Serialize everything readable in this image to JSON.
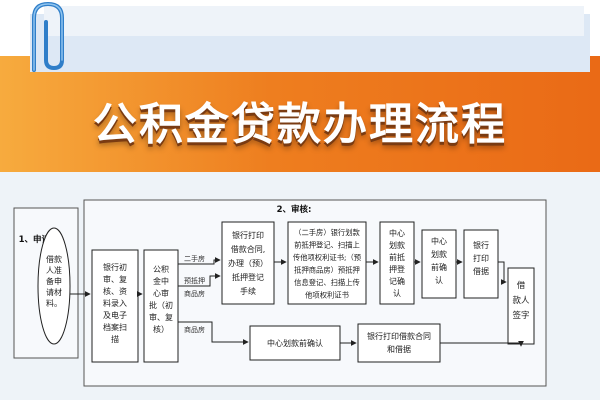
{
  "title": "公积金贷款办理流程",
  "diagram": {
    "section_apply": "1、申请:",
    "section_review": "2、审核:",
    "nodes": {
      "borrower_prep": [
        "借款",
        "人准",
        "备申",
        "请材",
        "料。"
      ],
      "bank_initial": [
        "银行初",
        "审、复",
        "核、资",
        "料录入",
        "及电子",
        "档案扫",
        "描"
      ],
      "center_approve": [
        "公积",
        "金中",
        "心审",
        "批（初",
        "审、复",
        "核）"
      ],
      "bank_print_contract": [
        "银行打印",
        "借款合同,",
        "办理（预）",
        "抵押登记",
        "手续"
      ],
      "center_transfer": [
        "（二手房）银行划款",
        "前抵押登记、扫描上",
        "传他项权利证书;（预",
        "抵押商品房）预抵押",
        "信息登记、扫描上传",
        "他项权利证书"
      ],
      "center_reg_confirm": [
        "中心",
        "划款",
        "前抵",
        "押登",
        "记确",
        "认"
      ],
      "center_confirm_1": [
        "中心",
        "划款",
        "前确",
        "认"
      ],
      "bank_print_receipt": [
        "银行",
        "打印",
        "借据"
      ],
      "borrower_sign": [
        "借",
        "款人",
        "签字"
      ],
      "center_confirm_2": [
        "中心划款前确认"
      ],
      "bank_print_both": [
        "银行打印借款合同",
        "和借据"
      ]
    },
    "branch_labels": {
      "second_hand": "二手房",
      "pre_mortgage": "预抵押",
      "commercial_1": "商品房",
      "commercial_2": "商品房"
    }
  }
}
